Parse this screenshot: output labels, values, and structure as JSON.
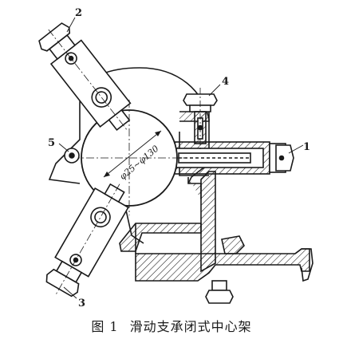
{
  "figure": {
    "number": "图 1",
    "title": "滑动支承闭式中心架"
  },
  "callouts": {
    "c1": "1",
    "c2": "2",
    "c3": "3",
    "c4": "4",
    "c5": "5"
  },
  "dimension": "φ25~φ130",
  "colors": {
    "line": "#1a1a1a",
    "hatch": "#1a1a1a",
    "background": "#ffffff"
  }
}
